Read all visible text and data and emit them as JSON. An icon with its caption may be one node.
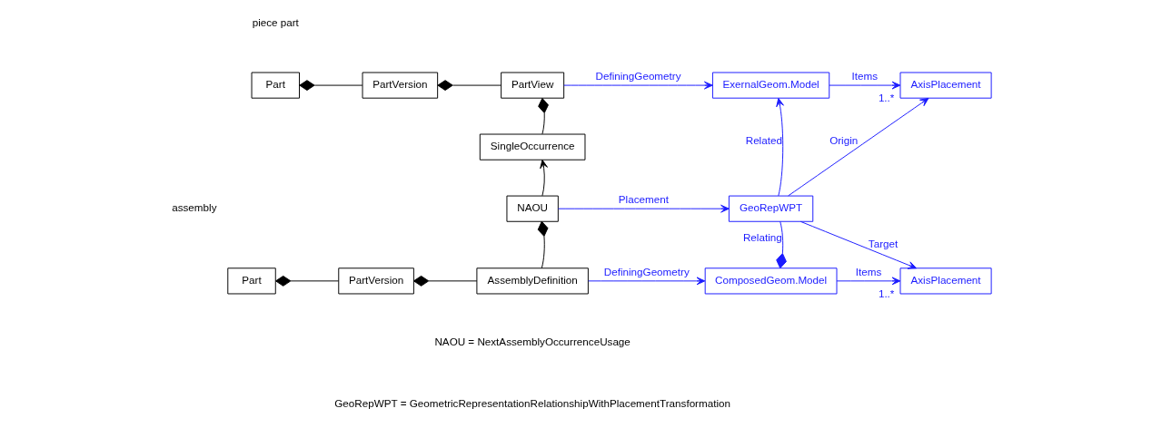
{
  "diagram": {
    "nodes": [
      {
        "text": [
          "Part"
        ]
      },
      {
        "text": [
          "PartVersion"
        ]
      },
      {
        "text": [
          "PartView"
        ]
      },
      {
        "text": [
          "SingleOccurrence"
        ]
      },
      {
        "text": [
          "NAOU"
        ]
      },
      {
        "text": [
          "Part"
        ]
      },
      {
        "text": [
          "PartVersion"
        ]
      },
      {
        "text": [
          "AssemblyDefinition"
        ]
      },
      {
        "text": [
          "ExernalGeom.Model"
        ]
      },
      {
        "text": [
          "AxisPlacement"
        ]
      },
      {
        "text": [
          "GeoRepWPT"
        ]
      },
      {
        "text": [
          "ComposedGeom.Model"
        ]
      },
      {
        "text": [
          "AxisPlacement"
        ]
      }
    ],
    "edges": [
      {
        "from": 0,
        "to": 1,
        "arrow": "other",
        "color": "#000000"
      },
      {
        "from": 1,
        "to": 2,
        "arrow": "other",
        "color": "#000000"
      },
      {
        "from": 2,
        "to": 3,
        "arrow": "other",
        "color": "#000000"
      },
      {
        "from": 4,
        "to": 3,
        "arrow": "to",
        "color": "#000000"
      },
      {
        "from": 4,
        "to": 7,
        "arrow": "other",
        "color": "#000000"
      },
      {
        "from": 5,
        "to": 6,
        "arrow": "other",
        "color": "#000000"
      },
      {
        "from": 6,
        "to": 7,
        "arrow": "other",
        "color": "#000000"
      },
      {
        "from": 2,
        "to": 8,
        "arrow": "to",
        "label": "DefiningGeometry"
      },
      {
        "from": 8,
        "to": 9,
        "arrow": "to",
        "label": "Items"
      },
      {
        "from": 10,
        "to": 8,
        "arrow": "to",
        "label": "Related"
      },
      {
        "from": 4,
        "to": 10,
        "arrow": "to",
        "label": "Placement"
      },
      {
        "from": 10,
        "to": 9,
        "arrow": "to",
        "label": "Origin"
      },
      {
        "from": 10,
        "to": 12,
        "arrow": "to",
        "label": "Target"
      },
      {
        "from": 11,
        "to": 10,
        "arrow": "other",
        "label": "Relating"
      },
      {
        "from": 7,
        "to": 11,
        "arrow": "to",
        "label": "DefiningGeometry"
      },
      {
        "from": 11,
        "to": 12,
        "arrow": "to",
        "label": "Items"
      }
    ],
    "labels": [
      "piece part",
      "1..*",
      "assembly",
      "1..*",
      "NAOU = NextAssemblyOccurrenceUsage",
      "GeoRepWPT = GeometricRepresentationRelationshipWithPlacementTransformation"
    ]
  }
}
